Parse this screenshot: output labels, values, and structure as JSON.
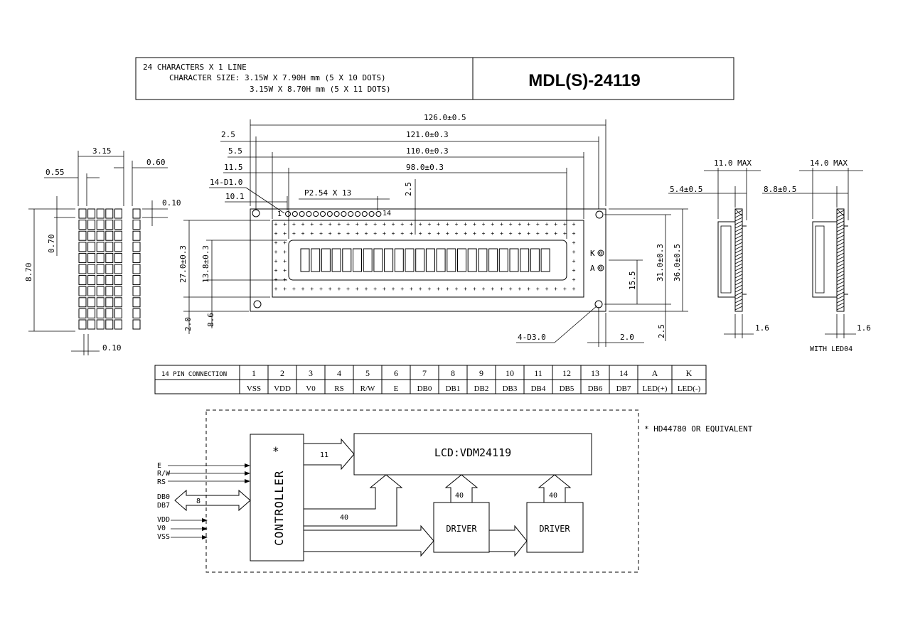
{
  "header": {
    "spec_line1": "24 CHARACTERS X 1 LINE",
    "spec_line2": "CHARACTER SIZE: 3.15W X 7.90H mm (5 X 10 DOTS)",
    "spec_line3": "3.15W X 8.70H mm (5 X 11 DOTS)",
    "model": "MDL(S)-24119"
  },
  "char_detail": {
    "w315": "3.15",
    "w055": "0.55",
    "w060": "0.60",
    "h010": "0.10",
    "h070": "0.70",
    "h870": "8.70",
    "w010": "0.10"
  },
  "front_dims": {
    "d126": "126.0±0.5",
    "d121": "121.0±0.3",
    "d110": "110.0±0.3",
    "d98": "98.0±0.3",
    "d25l": "2.5",
    "d55": "5.5",
    "d115": "11.5",
    "d14d1": "14-D1.0",
    "d101": "10.1",
    "pitch": "P2.54 X 13",
    "d25t": "2.5",
    "pin1": "1",
    "pin14": "14",
    "h270": "27.0±0.3",
    "h138": "13.8±0.3",
    "h20": "2.0",
    "h86": "8.6",
    "h310": "31.0±0.3",
    "h360": "36.0±0.5",
    "h155": "15.5",
    "h25": "2.5",
    "w20": "2.0",
    "hole": "4-D3.0",
    "k": "K",
    "a": "A"
  },
  "side_views": {
    "max11": "11.0 MAX",
    "d54": "5.4±0.5",
    "t16a": "1.6",
    "max14": "14.0 MAX",
    "d88": "8.8±0.5",
    "t16b": "1.6",
    "with_led": "WITH LED04"
  },
  "pin_table": {
    "header_label": "14 PIN CONNECTION",
    "numbers": [
      "1",
      "2",
      "3",
      "4",
      "5",
      "6",
      "7",
      "8",
      "9",
      "10",
      "11",
      "12",
      "13",
      "14",
      "A",
      "K"
    ],
    "names": [
      "VSS",
      "VDD",
      "V0",
      "RS",
      "R/W",
      "E",
      "DB0",
      "DB1",
      "DB2",
      "DB3",
      "DB4",
      "DB5",
      "DB6",
      "DB7",
      "LED(+)",
      "LED(-)"
    ]
  },
  "block": {
    "note": "* HD44780 OR EQUIVALENT",
    "controller": "CONTROLLER",
    "star": "*",
    "lcd": "LCD:VDM24119",
    "driver1": "DRIVER",
    "driver2": "DRIVER",
    "bus11": "11",
    "bus40a": "40",
    "bus40b": "40",
    "bus40c": "40",
    "bus8": "8",
    "sig_e": "E",
    "sig_rw": "R/W",
    "sig_rs": "RS",
    "sig_db0": "DB0",
    "sig_db7": "DB7",
    "sig_vdd": "VDD",
    "sig_v0": "V0",
    "sig_vss": "VSS"
  }
}
